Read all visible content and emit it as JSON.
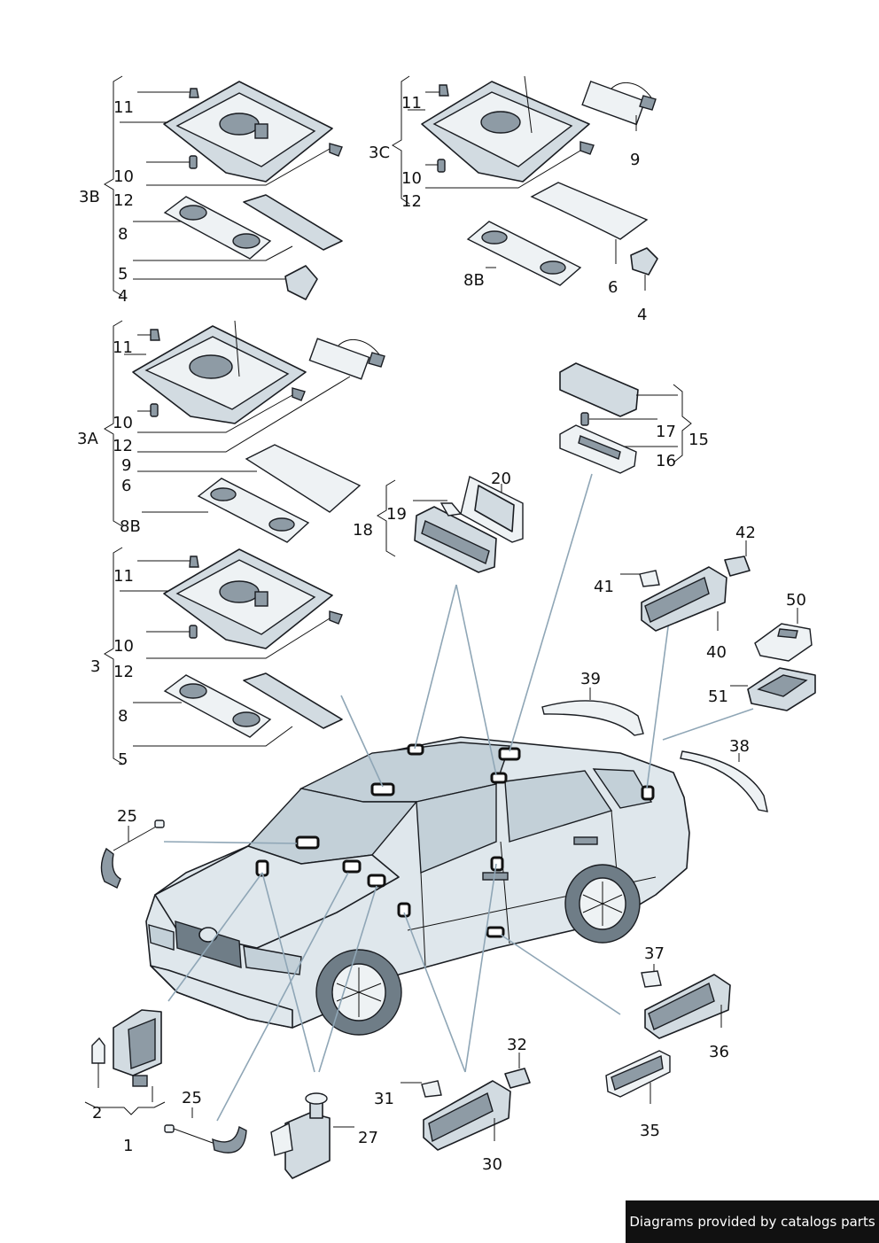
{
  "credit": "Diagrams provided by catalogs parts",
  "labels": {
    "l11a": "11",
    "l10a": "10",
    "l3B": "3B",
    "l12a": "12",
    "l8a": "8",
    "l5a": "5",
    "l4a": "4",
    "l11b": "11",
    "l3C": "3C",
    "l9a": "9",
    "l10b": "10",
    "l12b": "12",
    "l8Ba": "8B",
    "l6a": "6",
    "l4b": "4",
    "l11c": "11",
    "l10c": "10",
    "l3A": "3A",
    "l12c": "12",
    "l9b": "9",
    "l6b": "6",
    "l8Bb": "8B",
    "l17": "17",
    "l15": "15",
    "l16": "16",
    "l20": "20",
    "l19": "19",
    "l18": "18",
    "l11d": "11",
    "l10d": "10",
    "l3": "3",
    "l12d": "12",
    "l8b": "8",
    "l5b": "5",
    "l42": "42",
    "l41": "41",
    "l40": "40",
    "l50": "50",
    "l51": "51",
    "l39": "39",
    "l38": "38",
    "l25a": "25",
    "l37": "37",
    "l36": "36",
    "l35": "35",
    "l2": "2",
    "l1": "1",
    "l25b": "25",
    "l27": "27",
    "l31": "31",
    "l32": "32",
    "l30": "30"
  }
}
